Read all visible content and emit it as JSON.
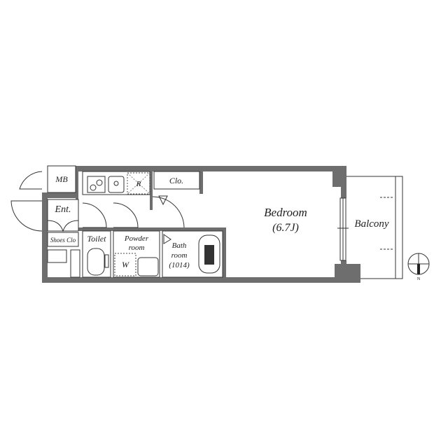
{
  "rooms": {
    "mb": "MB",
    "entrance": "Ent.",
    "shoes_closet": "Shoes Clo",
    "refrigerator": "R",
    "closet": "Clo.",
    "toilet": "Toilet",
    "powder_line1": "Powder",
    "powder_line2": "room",
    "washer": "W",
    "bath_line1": "Bath",
    "bath_line2": "room",
    "bath_line3": "(1014)",
    "bedroom": "Bedroom",
    "bedroom_size": "(6.7J)",
    "balcony": "Balcony"
  },
  "compass": {
    "label": "N"
  },
  "colors": {
    "wall": "#6e6e6e",
    "line": "#333333"
  }
}
